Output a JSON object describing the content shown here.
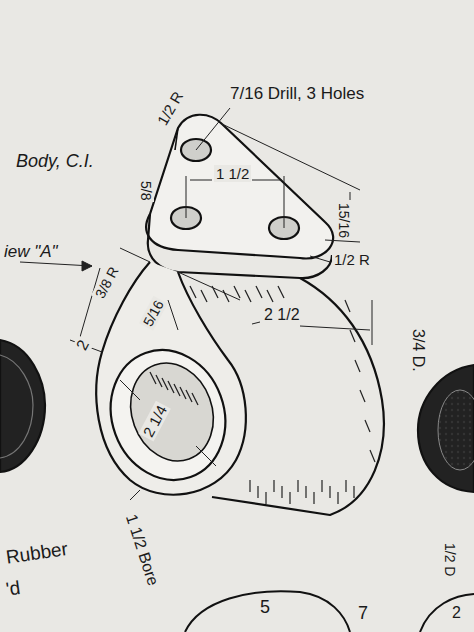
{
  "diagram": {
    "labels": [
      "7/16 Drill, 3 Holes",
      "1/2 R",
      "Body, C.I.",
      "5/8",
      "1 1/2",
      "15/16",
      "1/2 R",
      "iew \"A\"",
      "3/8 R",
      "5/16",
      "2",
      "2 1/2",
      "2 1/4",
      "1 1/2 Bore",
      "Rubber",
      "'d",
      "3/4 D.",
      "5",
      "7",
      "2",
      "1/2 D"
    ]
  }
}
